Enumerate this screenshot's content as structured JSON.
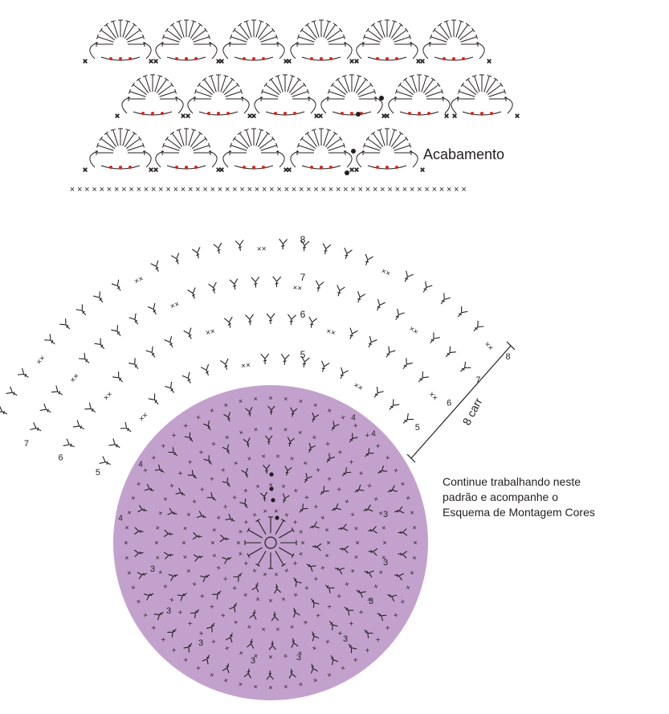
{
  "finishing_label": "Acabamento",
  "note_lines": [
    "Continue trabalhando neste",
    "padrão e acompanhe o",
    "Esquema de Montagem Cores"
  ],
  "measure_label": "8 carr",
  "stitch_marks": {
    "single": "×",
    "pair": "××"
  },
  "round_numbers_outer": [
    "4",
    "5",
    "6",
    "7",
    "8"
  ],
  "round_numbers_inner": [
    "3",
    "4"
  ],
  "colors": {
    "circle_fill": "#c3a1cd",
    "line": "#231f20",
    "accent_red": "#e2231a"
  }
}
